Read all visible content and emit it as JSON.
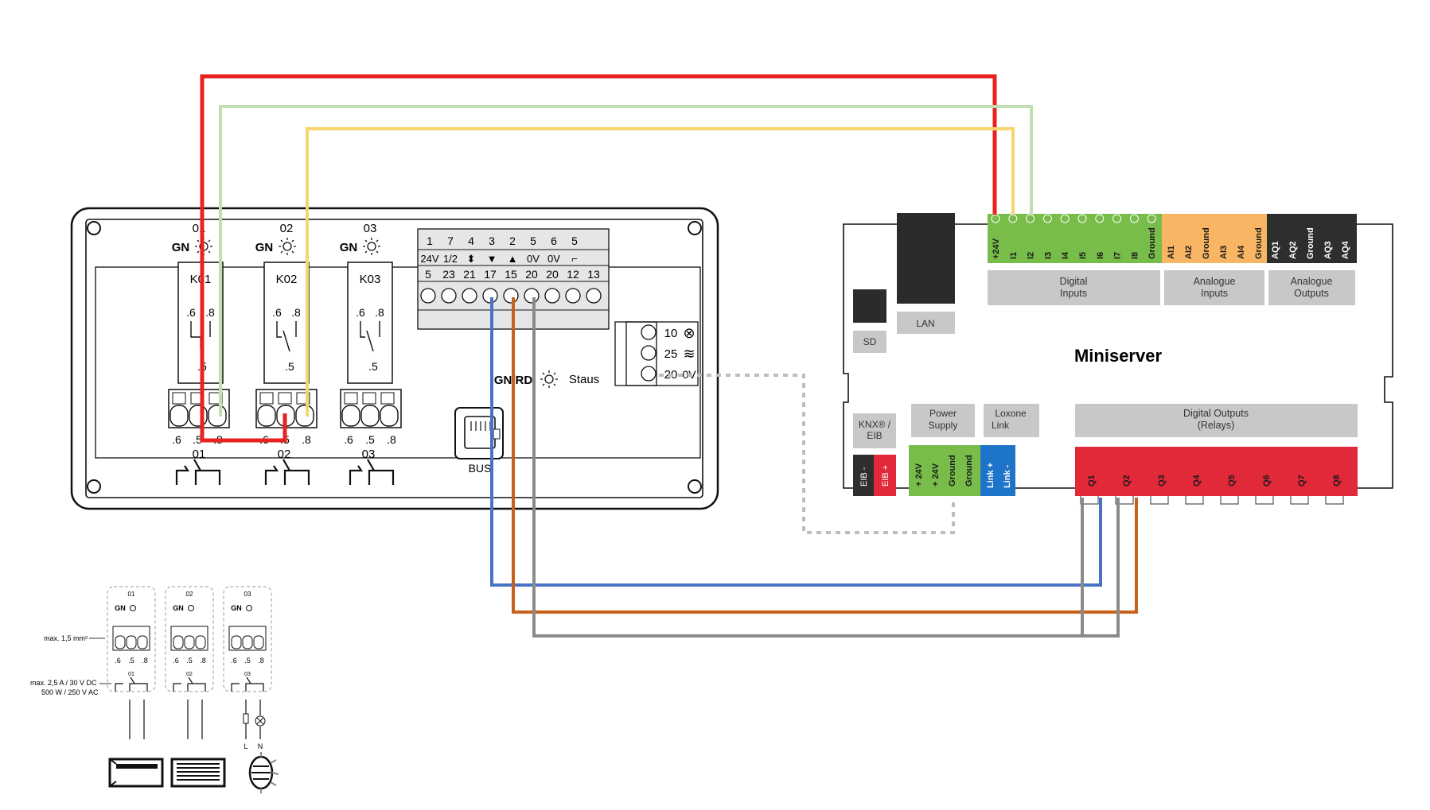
{
  "colors": {
    "wire_red": "#e8221e",
    "wire_lightgreen": "#c2dfb4",
    "wire_yellow": "#f5d66e",
    "wire_blue": "#4a72c4",
    "wire_orange": "#c8601e",
    "wire_gray": "#8a8a8a",
    "dashed": "#bdbdbd",
    "ms_green": "#78bc4a",
    "ms_orange": "#f8b664",
    "ms_dark": "#2e2e2e",
    "ms_red": "#e2293a",
    "ms_blue": "#1e74c8",
    "ms_label_bg": "#c8c8c8"
  },
  "actuator": {
    "channels": [
      {
        "num": "01",
        "led": "GN",
        "relay": "K01",
        "pin6": ".6",
        "pin8": ".8",
        "pin5": ".5",
        "bottom": [
          ".6",
          ".5",
          ".8"
        ],
        "out": "01"
      },
      {
        "num": "02",
        "led": "GN",
        "relay": "K02",
        "pin6": ".6",
        "pin8": ".8",
        "pin5": ".5",
        "bottom": [
          ".6",
          ".5",
          ".8"
        ],
        "out": "02"
      },
      {
        "num": "03",
        "led": "GN",
        "relay": "K03",
        "pin6": ".6",
        "pin8": ".8",
        "pin5": ".5",
        "bottom": [
          ".6",
          ".5",
          ".8"
        ],
        "out": "03"
      }
    ],
    "terminal_top": [
      "1",
      "7",
      "4",
      "3",
      "2",
      "5",
      "6",
      "5"
    ],
    "terminal_mid": [
      "24V",
      "1/2",
      "⬍",
      "▼",
      "▲",
      "0V",
      "0V",
      "⌐"
    ],
    "terminal_bot": [
      "5",
      "23",
      "21",
      "17",
      "15",
      "20",
      "20",
      "12",
      "13"
    ],
    "side": [
      {
        "num": "10",
        "icon": "⊗"
      },
      {
        "num": "25",
        "icon": "≋"
      },
      {
        "num": "20",
        "icon": "0V"
      }
    ],
    "status_led": "GN/RD",
    "status_text": "Staus",
    "bus_label": "BUS"
  },
  "miniserver": {
    "title": "Miniserver",
    "digital_inputs": [
      "+24V",
      "I1",
      "I2",
      "I3",
      "I4",
      "I5",
      "I6",
      "I7",
      "I8",
      "Ground"
    ],
    "analogue_inputs": [
      "AI1",
      "AI2",
      "Ground",
      "AI3",
      "AI4",
      "Ground"
    ],
    "analogue_outputs": [
      "AQ1",
      "AQ2",
      "Ground",
      "AQ3",
      "AQ4"
    ],
    "label_digital_inputs": [
      "Digital",
      "Inputs"
    ],
    "label_analogue_inputs": [
      "Analogue",
      "Inputs"
    ],
    "label_analogue_outputs": [
      "Analogue",
      "Outputs"
    ],
    "lan": "LAN",
    "sd": "SD",
    "knx": [
      "KNX® /",
      "EIB"
    ],
    "eib_pins": [
      "EIB -",
      "EIB +"
    ],
    "power_label": [
      "Power",
      "Supply"
    ],
    "power_pins": [
      "+ 24V",
      "+ 24V",
      "Ground",
      "Ground"
    ],
    "link_label": [
      "Loxone",
      "Link"
    ],
    "link_pins": [
      "Link +",
      "Link -"
    ],
    "relay_label": [
      "Digital Outputs",
      "(Relays)"
    ],
    "relays": [
      "Q1",
      "Q2",
      "Q3",
      "Q4",
      "Q5",
      "Q6",
      "Q7",
      "Q8"
    ]
  },
  "legend": {
    "channels": [
      "01",
      "02",
      "03"
    ],
    "led": "GN",
    "pins": [
      ".6",
      ".5",
      ".8"
    ],
    "note_wire": "max. 1,5 mm²",
    "note_rating1": "max. 2,5 A / 30 V DC",
    "note_rating2": "500 W / 250 V AC",
    "L": "L",
    "N": "N"
  }
}
